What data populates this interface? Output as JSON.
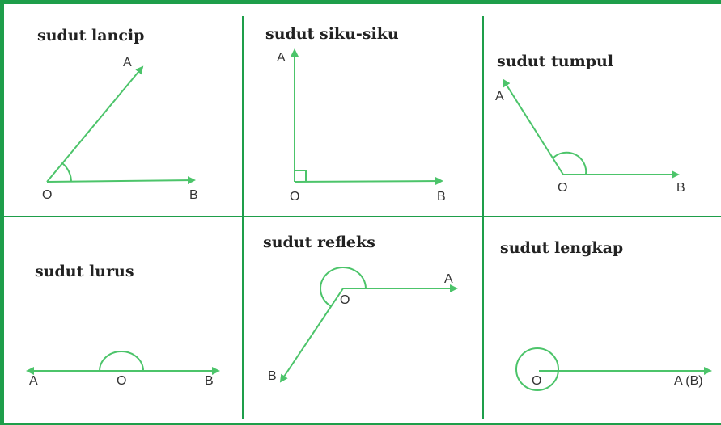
{
  "colors": {
    "border": "#1e9e4a",
    "ray": "#4cc46a",
    "text": "#222222"
  },
  "panels": [
    {
      "title": "sudut lancip",
      "labels": {
        "a": "A",
        "o": "O",
        "b": "B"
      }
    },
    {
      "title": "sudut siku-siku",
      "labels": {
        "a": "A",
        "o": "O",
        "b": "B"
      }
    },
    {
      "title": "sudut tumpul",
      "labels": {
        "a": "A",
        "o": "O",
        "b": "B"
      }
    },
    {
      "title": "sudut lurus",
      "labels": {
        "a": "A",
        "o": "O",
        "b": "B"
      }
    },
    {
      "title": "sudut refleks",
      "labels": {
        "a": "A",
        "o": "O",
        "b": "B"
      }
    },
    {
      "title": "sudut lengkap",
      "labels": {
        "o": "O",
        "ab": "A (B)"
      }
    }
  ]
}
